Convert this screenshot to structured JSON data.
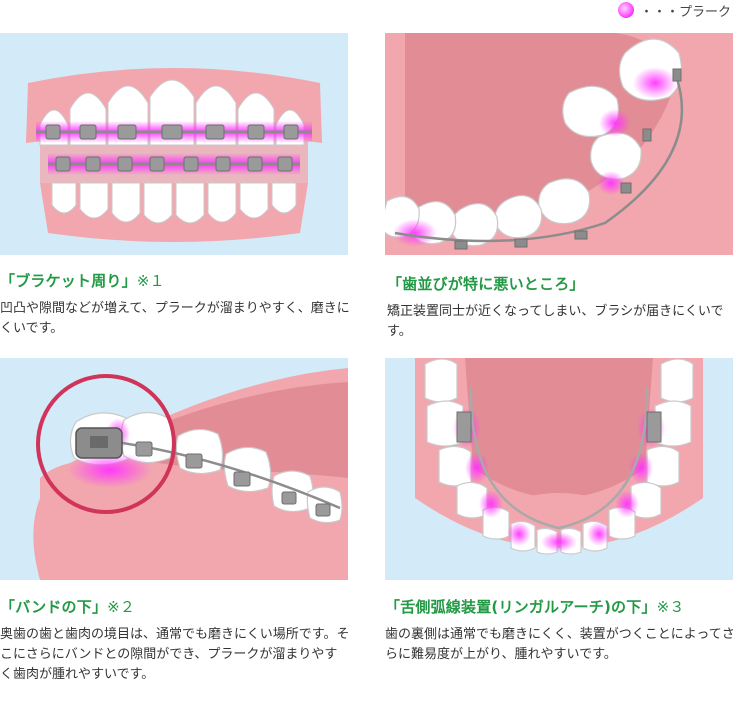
{
  "legend": {
    "dots": "・・・",
    "label": "プラーク",
    "plaque_color": "#ff33ff"
  },
  "colors": {
    "panel_bg": "#d3ebf8",
    "title_green": "#229944",
    "gum": "#f2a7ae",
    "mouth": "#e28d95",
    "circle": "#d0345a"
  },
  "sections": [
    {
      "title": "「ブラケット周り」",
      "note": "※１",
      "body": "凹凸や隙間などが増えて、プラークが溜まりやすく、磨きにくいです。"
    },
    {
      "title": "「歯並びが特に悪いところ」",
      "note": "",
      "body": "矯正装置同士が近くなってしまい、ブラシが届きにくいです。"
    },
    {
      "title": "「バンドの下」",
      "note": "※２",
      "body": "奥歯の歯と歯肉の境目は、通常でも磨きにくい場所です。そこにさらにバンドとの隙間ができ、プラークが溜まりやすく歯肉が腫れやすいです。"
    },
    {
      "title": "「舌側弧線装置(リンガルアーチ)の下」",
      "note": "※３",
      "body": "歯の裏側は通常でも磨きにくく、装置がつくことによってさらに難易度が上がり、腫れやすいです。"
    }
  ]
}
